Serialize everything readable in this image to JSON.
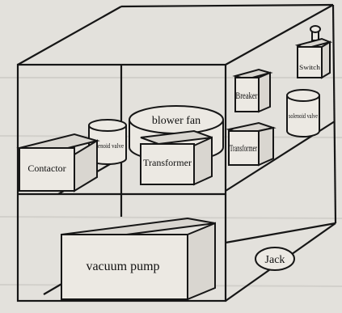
{
  "diagram": {
    "components": {
      "blower_fan": "blower fan",
      "breaker": "Breaker",
      "switch": "Switch",
      "solenoid_valve_left": "solenoid valve",
      "solenoid_valve_right": "solenoid valve",
      "contactor": "Contactor",
      "transformer_left": "Transformer",
      "transformer_right": "Transformer",
      "vacuum_pump": "vacuum pump",
      "jack": "Jack"
    }
  }
}
